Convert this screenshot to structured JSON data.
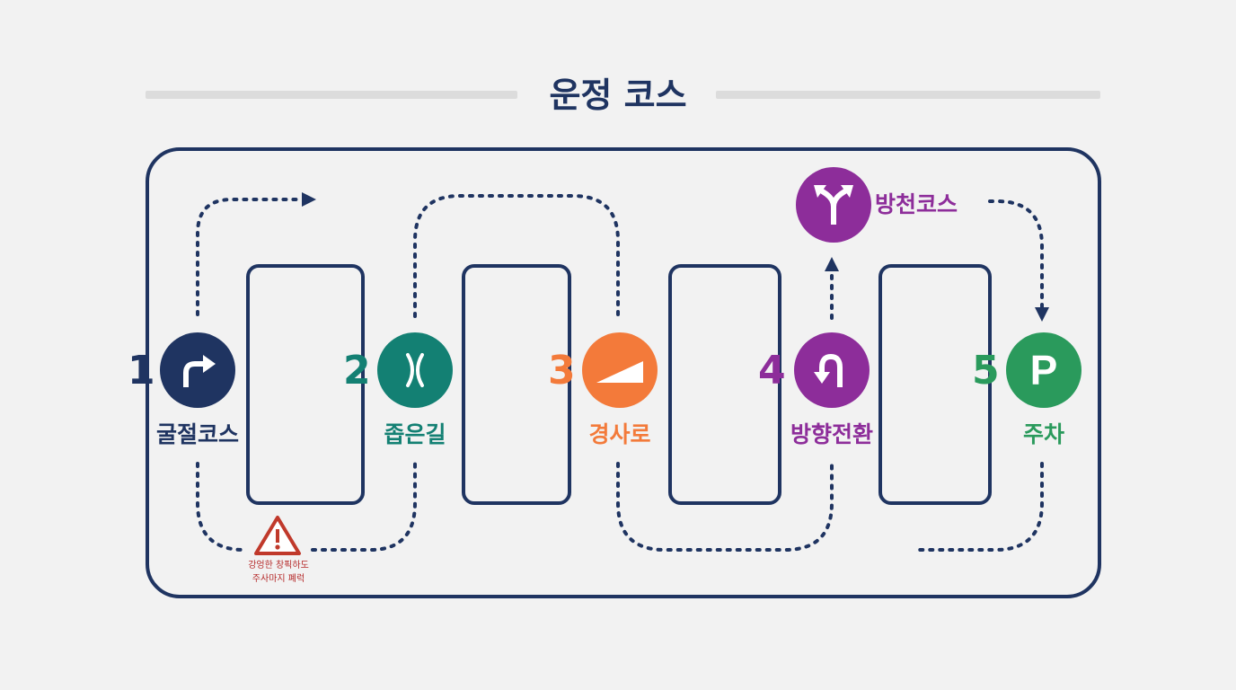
{
  "title": "운정 코스",
  "colors": {
    "navy": "#1f3461",
    "teal": "#138073",
    "orange": "#f37a3a",
    "purple": "#8d2d9a",
    "green": "#2a9a5c",
    "warning": "#c0392b"
  },
  "stations": [
    {
      "number": "1",
      "label": "굴절코스",
      "icon": "turn-right-arrow-icon"
    },
    {
      "number": "2",
      "label": "좁은길",
      "icon": "narrow-road-icon"
    },
    {
      "number": "3",
      "label": "경사로",
      "icon": "slope-icon"
    },
    {
      "number": "4",
      "label": "방향전환",
      "icon": "u-turn-icon"
    },
    {
      "number": "5",
      "label": "주차",
      "icon": "parking-icon",
      "icon_text": "P"
    }
  ],
  "branch": {
    "label": "방천코스",
    "icon": "fork-arrow-icon"
  },
  "warning": {
    "icon": "warning-triangle-icon",
    "line1": "강엉한 창픽하도",
    "line2": "주사마지 폐럭"
  }
}
